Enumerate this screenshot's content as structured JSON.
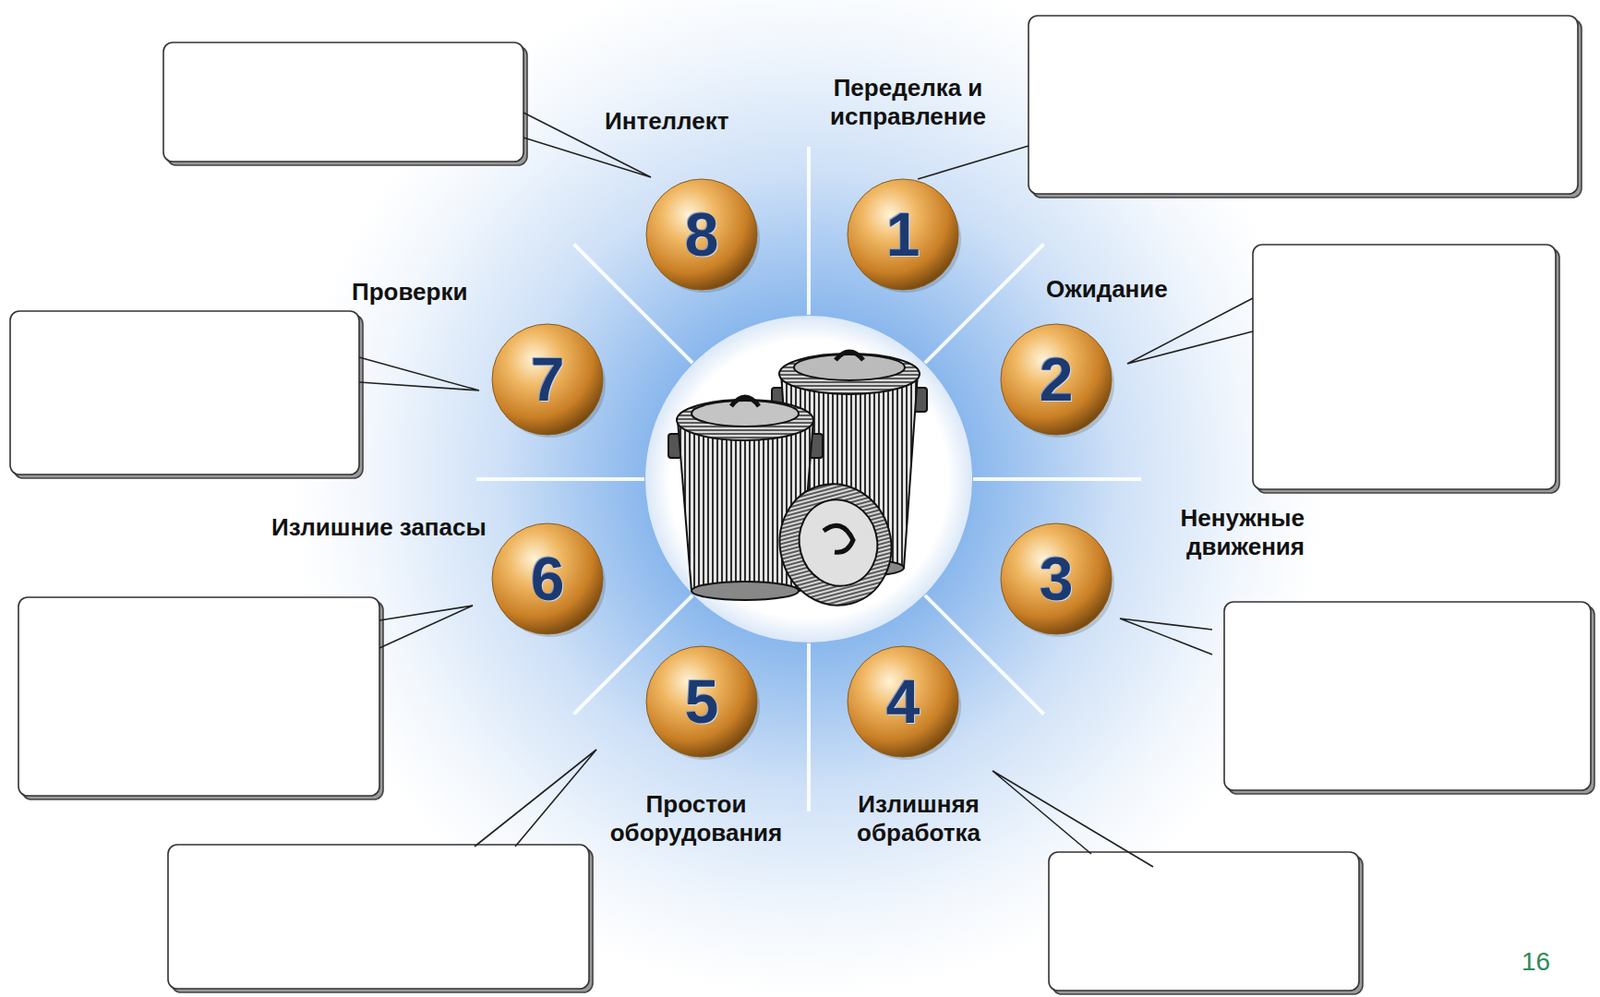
{
  "diagram": {
    "nodes": [
      {
        "text": [
          "1",
          "Переделка и исправление"
        ]
      },
      {
        "text": [
          "2",
          "Ожидание"
        ]
      },
      {
        "text": [
          "3",
          "Ненужные движения"
        ]
      },
      {
        "text": [
          "4",
          "Излишняя обработка"
        ]
      },
      {
        "text": [
          "5",
          "Простои оборудования"
        ]
      },
      {
        "text": [
          "6",
          "Излишние запасы"
        ]
      },
      {
        "text": [
          "7",
          "Проверки"
        ]
      },
      {
        "text": [
          "8",
          "Интеллект"
        ]
      }
    ],
    "labels": [
      "16"
    ]
  }
}
